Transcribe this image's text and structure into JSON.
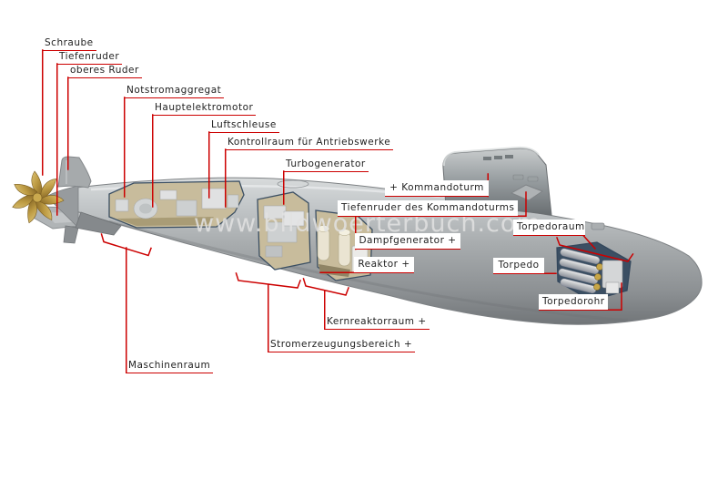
{
  "watermark": "www.bildwoerterbuch.com",
  "colors": {
    "accent_red": "#cc0000",
    "hull_gray": "#a8acae",
    "propeller_gold": "#c2a04a",
    "cutaway_outline": "#3b4f63",
    "label_text": "#222222"
  },
  "labels": [
    {
      "id": "schraube",
      "text": "Schraube",
      "linked": false
    },
    {
      "id": "tiefenruder",
      "text": "Tiefenruder",
      "linked": false
    },
    {
      "id": "oberes-ruder",
      "text": "oberes Ruder",
      "linked": false
    },
    {
      "id": "notstromaggregat",
      "text": "Notstromaggregat",
      "linked": false
    },
    {
      "id": "hauptelektromotor",
      "text": "Hauptelektromotor",
      "linked": false
    },
    {
      "id": "luftschleuse",
      "text": "Luftschleuse",
      "linked": false
    },
    {
      "id": "kontrollraum-fuer-antriebswerke",
      "text": "Kontrollraum für Antriebswerke",
      "linked": false
    },
    {
      "id": "turbogenerator",
      "text": "Turbogenerator",
      "linked": false
    },
    {
      "id": "kommandoturm",
      "text": "+ Kommandoturm",
      "linked": true
    },
    {
      "id": "tiefenruder-des-kommandoturms",
      "text": "Tiefenruder des Kommandoturms",
      "linked": false
    },
    {
      "id": "torpedoraum",
      "text": "Torpedoraum",
      "linked": false
    },
    {
      "id": "dampfgenerator",
      "text": "Dampfgenerator +",
      "linked": true
    },
    {
      "id": "reaktor",
      "text": "Reaktor +",
      "linked": true
    },
    {
      "id": "torpedo",
      "text": "Torpedo",
      "linked": false
    },
    {
      "id": "torpedorohr",
      "text": "Torpedorohr",
      "linked": false
    },
    {
      "id": "kernreaktorraum",
      "text": "Kernreaktorraum +",
      "linked": true
    },
    {
      "id": "stromerzeugungsbereich",
      "text": "Stromerzeugungsbereich +",
      "linked": true
    },
    {
      "id": "maschinenraum",
      "text": "Maschinenraum",
      "linked": false
    }
  ]
}
